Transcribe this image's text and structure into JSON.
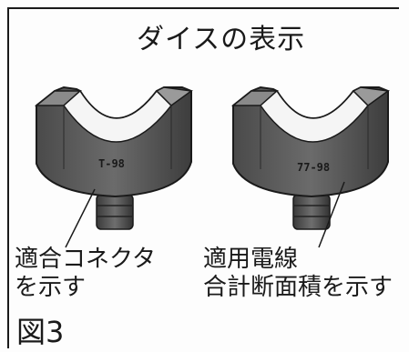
{
  "figure": {
    "title": "ダイスの表示",
    "left_die": {
      "marking": "T-98"
    },
    "right_die": {
      "marking": "77-98"
    },
    "left_caption": {
      "line1": "適合コネクタ",
      "line2": "を示す"
    },
    "right_caption": {
      "line1": "適用電線",
      "line2": "合計断面積を示す"
    },
    "figure_number": "図3"
  }
}
